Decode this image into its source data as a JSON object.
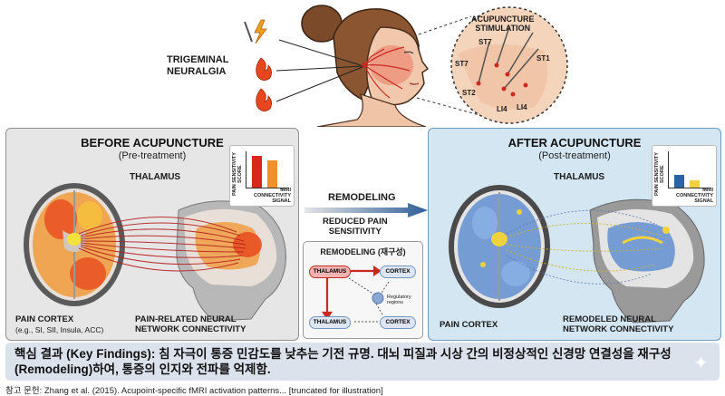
{
  "top": {
    "condition_label": "TRIGEMINAL\nNEURALGIA",
    "stimulation_title": "ACUPUNCTURE\nSTIMULATION",
    "points": [
      "ST7",
      "ST7",
      "ST1",
      "ST2",
      "LI4",
      "LI4"
    ]
  },
  "before": {
    "title": "BEFORE ACUPUNCTURE",
    "subtitle": "(Pre-treatment)",
    "thalamus_label": "THALAMUS",
    "pain_cortex_label": "PAIN CORTEX",
    "pain_cortex_examples": "(e.g., SI, SII, Insula, ACC)",
    "network_label": "PAIN-RELATED NEURAL\nNETWORK CONNECTIVITY",
    "chart_ylabel": "PAIN SENSITIVITY SCORE",
    "chart_xlabel": "fMRI\nCONNECTIVITY\nSIGNAL"
  },
  "middle": {
    "remodeling_label": "REMODELING",
    "reduced_label": "REDUCED PAIN\nSENSITIVITY",
    "box_title": "REMODELING (재구성)",
    "node_thalamus_1": "THALAMUS",
    "node_cortex_1": "CORTEX",
    "node_thalamus_2": "THALAMUS",
    "node_cortex_2": "CORTEX",
    "regulatory_label": "Regulatory\nregions"
  },
  "after": {
    "title": "AFTER ACUPUNCTURE",
    "subtitle": "(Post-treatment)",
    "thalamus_label": "THALAMUS",
    "pain_cortex_label": "PAIN CORTEX",
    "network_label": "REMODELED NEURAL\nNETWORK CONNECTIVITY",
    "chart_ylabel": "PAIN SENSITIVITY SCORE",
    "chart_xlabel": "fMRI\nCONNECTIVITY\nSIGNAL"
  },
  "findings": "핵심 결과 (Key Findings): 침 자극이 통증 민감도를 낮추는 기전 규명. 대뇌 피질과 시상 간의 비정상적인 신경망 연결성을 재구성(Remodeling)하여, 통증의 인지와 전파를 억제함.",
  "reference": "참고 문헌: Zhang et al. (2015). Acupoint-specific fMRI activation patterns... [truncated for illustration]",
  "colors": {
    "before_bar_1": "#d8281d",
    "before_bar_2": "#f0902a",
    "after_bar_1": "#2a63a8",
    "after_bar_2": "#f2d23c",
    "arrow": "#2e5f99",
    "pain_red": "#c92a20"
  }
}
